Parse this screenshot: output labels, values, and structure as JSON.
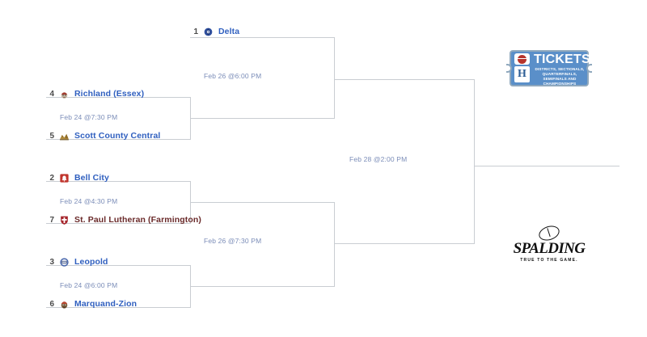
{
  "bracket": {
    "teams": [
      {
        "seed": "1",
        "name": "Delta",
        "logo": "delta-mascot-icon",
        "color": "#2f5fbf",
        "style": "normal"
      },
      {
        "seed": "4",
        "name": "Richland (Essex)",
        "logo": "richland-mascot-icon",
        "color": "#2f5fbf",
        "style": "normal"
      },
      {
        "seed": "5",
        "name": "Scott County Central",
        "logo": "scott-county-mascot-icon",
        "color": "#2f5fbf",
        "style": "normal"
      },
      {
        "seed": "2",
        "name": "Bell City",
        "logo": "bell-city-mascot-icon",
        "color": "#2f5fbf",
        "style": "normal"
      },
      {
        "seed": "7",
        "name": "St. Paul Lutheran (Farmington)",
        "logo": "st-paul-lutheran-cross-icon",
        "color": "#6a2a2a",
        "style": "alt"
      },
      {
        "seed": "3",
        "name": "Leopold",
        "logo": "leopold-mascot-icon",
        "color": "#2f5fbf",
        "style": "normal"
      },
      {
        "seed": "6",
        "name": "Marquand-Zion",
        "logo": "marquand-zion-mascot-icon",
        "color": "#2f5fbf",
        "style": "normal"
      }
    ],
    "games": [
      {
        "id": "round1-game-1",
        "datetime": "Feb 24 @7:30 PM"
      },
      {
        "id": "round1-game-2",
        "datetime": "Feb 24 @4:30 PM"
      },
      {
        "id": "round1-game-3",
        "datetime": "Feb 24 @6:00 PM"
      },
      {
        "id": "semifinal-game-1",
        "datetime": "Feb 26 @6:00 PM"
      },
      {
        "id": "semifinal-game-2",
        "datetime": "Feb 26 @7:30 PM"
      },
      {
        "id": "championship-game",
        "datetime": "Feb 28 @2:00 PM"
      }
    ],
    "line_color": "#c9cdd2"
  },
  "tickets_banner": {
    "title": "TICKETS",
    "subtitle": "DISTRICTS, SECTIONALS, QUARTERFINALS, SEMIFINALS AND CHAMPIONSHIPS",
    "emblem_letter": "H",
    "background_color": "#5a8fc9",
    "border_color": "#8fa8bd"
  },
  "spalding_logo": {
    "wordmark": "SPALDING",
    "tagline": "TRUE TO THE GAME.",
    "color": "#111111"
  }
}
